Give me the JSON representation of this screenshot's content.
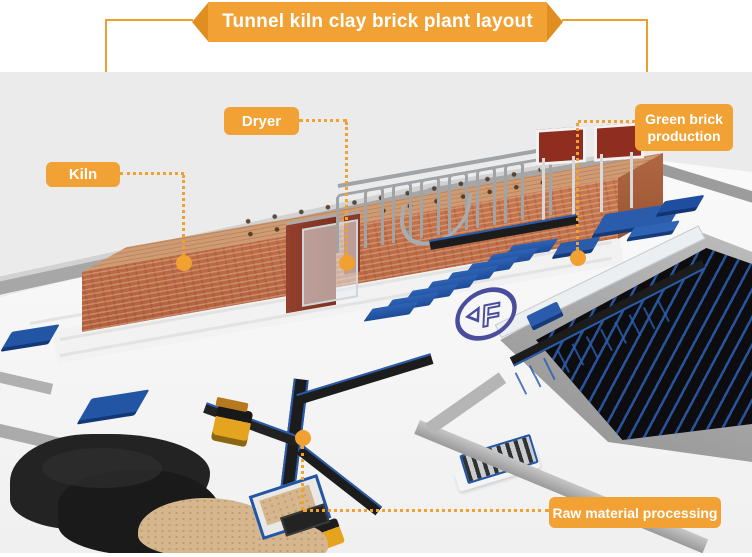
{
  "title": "Tunnel kiln clay brick plant layout",
  "callouts": {
    "kiln": {
      "label": "Kiln"
    },
    "dryer": {
      "label": "Dryer"
    },
    "green_brick": {
      "label": "Green brick production"
    },
    "raw_material": {
      "label": "Raw material processing"
    }
  },
  "logo": {
    "letter": "F"
  },
  "colors": {
    "accent_orange": "#F2A134",
    "accent_orange_dark": "#E08E1F",
    "label_text": "#FFFFFF",
    "logo_blue": "#4A4D9C",
    "machinery_blue": "#2256A5",
    "brick_red": "#C2714C",
    "kiln_top": "#CF9B73",
    "maroon": "#8E3B2A",
    "scene_background": "#EBEBEB"
  }
}
